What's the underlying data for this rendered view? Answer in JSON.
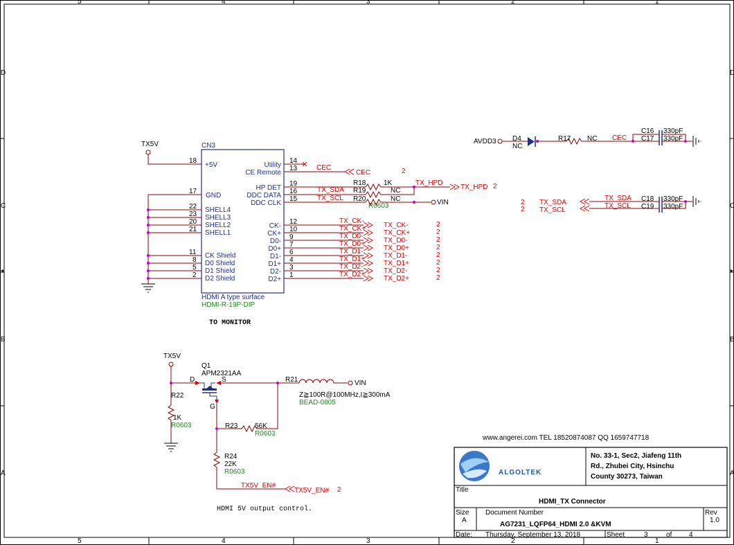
{
  "border": {
    "col_labels": [
      "5",
      "4",
      "3",
      "2",
      "1"
    ],
    "row_labels": [
      "D",
      "C",
      "B",
      "A"
    ]
  },
  "connector": {
    "ref": "CN3",
    "pin_plus5v": "+5V",
    "pin_gnd": "GND",
    "shells": [
      "SHELL4",
      "SHELL3",
      "SHELL2",
      "SHELL1"
    ],
    "shields": [
      "CK Shield",
      "D0 Shield",
      "D1 Shield",
      "D2 Shield"
    ],
    "left_pins": [
      "18",
      "17",
      "22",
      "23",
      "20",
      "21",
      "11",
      "8",
      "5",
      "2"
    ],
    "right_labels": [
      "Utility",
      "CE Remote",
      "HP DET",
      "DDC DATA",
      "DDC CLK",
      "CK-",
      "CK+",
      "D0-",
      "D0+",
      "D1-",
      "D1+",
      "D2-",
      "D2+"
    ],
    "right_pins": [
      "14",
      "13",
      "19",
      "16",
      "15",
      "12",
      "10",
      "9",
      "7",
      "6",
      "4",
      "3",
      "1"
    ],
    "desc": "HDMI A type surface",
    "part": "HDMI-R-19P-DIP",
    "caption": "TO MONITOR"
  },
  "nets": {
    "tx5v": "TX5V",
    "cec": "CEC",
    "tx_hpd": "TX_HPD",
    "tx_sda": "TX_SDA",
    "tx_scl": "TX_SCL",
    "vin": "VIN",
    "avdd3": "AVDD3",
    "tx5v_en": "TX5V_EN#",
    "hs_nets": [
      "TX_CK-",
      "TX_CK+",
      "TX_D0-",
      "TX_D0+",
      "TX_D1-",
      "TX_D1+",
      "TX_D2-",
      "TX_D2+"
    ],
    "sheet_ref": "2"
  },
  "parts": {
    "r18": {
      "ref": "R18",
      "val": "1K"
    },
    "r19": {
      "ref": "R19",
      "val": "NC"
    },
    "r20": {
      "ref": "R20",
      "val": "NC",
      "pkg": "R0603"
    },
    "d4": {
      "ref": "D4",
      "val": "NC"
    },
    "r17": {
      "ref": "R17",
      "val": "NC"
    },
    "c16": {
      "ref": "C16",
      "val": "330pF"
    },
    "c17": {
      "ref": "C17",
      "val": "330pF"
    },
    "c18": {
      "ref": "C18",
      "val": "330pF"
    },
    "c19": {
      "ref": "C19",
      "val": "330pF"
    },
    "q1": {
      "ref": "Q1",
      "val": "APM2321AA",
      "d": "D",
      "s": "S",
      "g": "G"
    },
    "r21": {
      "ref": "R21",
      "spec": "Z≧100R@100MHz,I≧300mA",
      "pkg": "BEAD-0805"
    },
    "r22": {
      "ref": "R22",
      "val": "1K",
      "pkg": "R0603"
    },
    "r23": {
      "ref": "R23",
      "val": "56K",
      "pkg": "R0603"
    },
    "r24": {
      "ref": "R24",
      "val": "22K",
      "pkg": "R0603"
    }
  },
  "note": "HDMI 5V output control.",
  "contact": "www.angerei.com  TEL 18520874087  QQ 1659747718",
  "titleblock": {
    "company": "ALGOLTEK",
    "address": [
      "No. 33-1, Sec2, Jiafeng 11th",
      "Rd., Zhubei City, Hsinchu",
      "County 30273, Taiwan"
    ],
    "title_label": "Title",
    "title": "HDMI_TX Connector",
    "size_label": "Size",
    "size": "A",
    "docnum_label": "Document Number",
    "docnum": "AG7231_LQFP64_HDMI 2.0 &KVM",
    "rev_label": "Rev",
    "rev": "1.0",
    "date_label": "Date:",
    "date": "Thursday, September 13, 2018",
    "sheet_label": "Sheet",
    "sheet": "3",
    "of_label": "of",
    "total": "4"
  }
}
